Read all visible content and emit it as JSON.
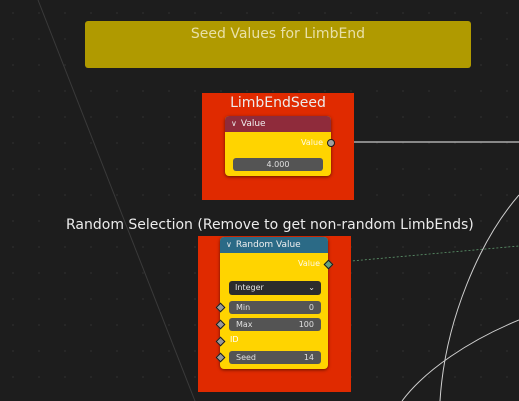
{
  "note_frame": {
    "label": "Seed Values for LimbEnd"
  },
  "limb_frame": {
    "label": "LimbEndSeed"
  },
  "random_frame": {
    "label": "Random Selection (Remove to get non-random LimbEnds)"
  },
  "value_node": {
    "title": "Value",
    "output_label": "Value",
    "value": "4.000",
    "header_color": "#8f2b3b"
  },
  "random_node": {
    "title": "Random Value",
    "output_label": "Value",
    "data_type": "Integer",
    "header_color": "#2b6a86",
    "inputs": [
      {
        "label": "Min",
        "value": "0"
      },
      {
        "label": "Max",
        "value": "100"
      },
      {
        "label": "ID",
        "value": ""
      },
      {
        "label": "Seed",
        "value": "14"
      }
    ]
  },
  "icons": {
    "collapse": "chevron-down-icon",
    "dropdown": "chevron-down-icon"
  }
}
